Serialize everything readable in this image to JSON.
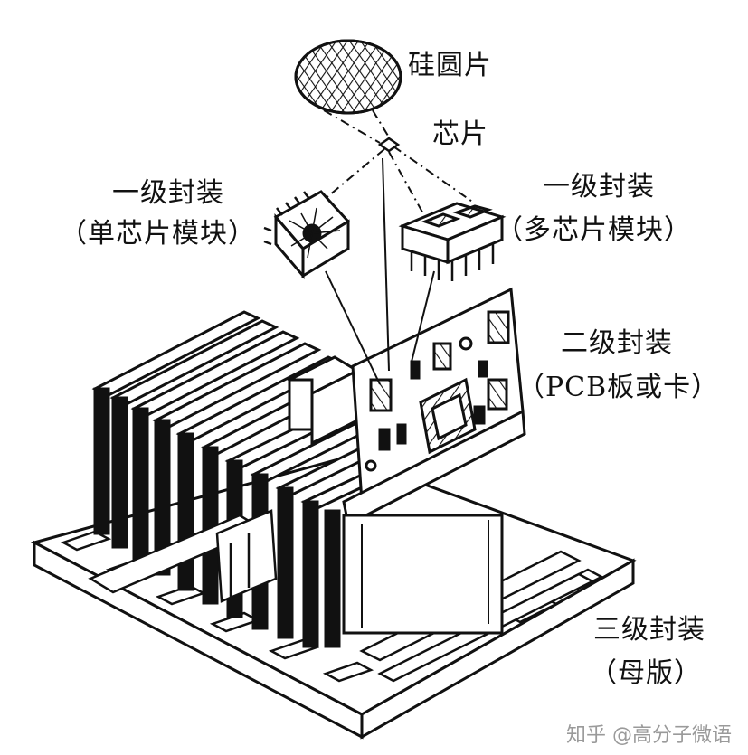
{
  "labels": {
    "wafer": "硅圆片",
    "chip": "芯片",
    "level1_single_line1": "一级封装",
    "level1_single_line2": "（单芯片模块）",
    "level1_multi_line1": "一级封装",
    "level1_multi_line2": "（多芯片模块）",
    "level2_line1": "二级封装",
    "level2_line2": "（PCB板或卡）",
    "level3_line1": "三级封装",
    "level3_line2": "（母版）"
  },
  "watermark": "知乎 @高分子微语",
  "colors": {
    "ink": "#111111",
    "paper": "#ffffff",
    "watermark": "#9a9a9a"
  }
}
